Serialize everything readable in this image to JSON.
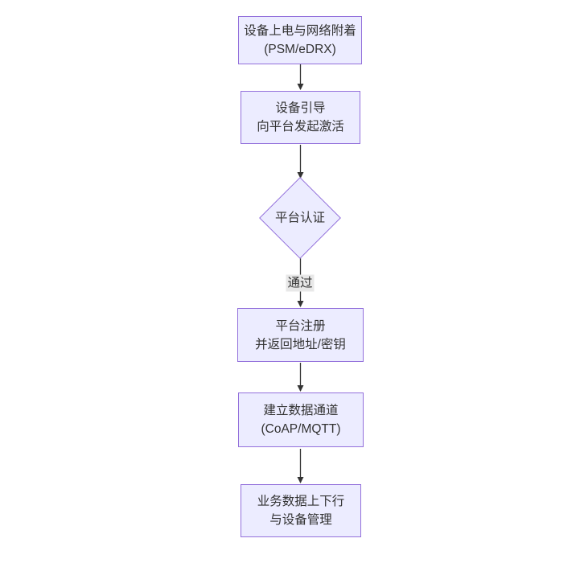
{
  "diagram": {
    "type": "flowchart-vertical",
    "colors": {
      "page_bg": "#ffffff",
      "node_fill": "#ECECFF",
      "node_border": "#9370DB",
      "text_color": "#333333",
      "arrow_color": "#333333",
      "edge_label_bg": "#e8e8e8"
    },
    "nodes": [
      {
        "id": "power_attach",
        "type": "rect",
        "line1": "设备上电与网络附着",
        "line2": "(PSM/eDRX)"
      },
      {
        "id": "bootstrap",
        "type": "rect",
        "line1": "设备引导",
        "line2": "向平台发起激活"
      },
      {
        "id": "auth",
        "type": "diamond",
        "line1": "平台认证",
        "line2": ""
      },
      {
        "id": "register",
        "type": "rect",
        "line1": "平台注册",
        "line2": "并返回地址/密钥"
      },
      {
        "id": "channel",
        "type": "rect",
        "line1": "建立数据通道",
        "line2": "(CoAP/MQTT)"
      },
      {
        "id": "business",
        "type": "rect",
        "line1": "业务数据上下行",
        "line2": "与设备管理"
      }
    ],
    "edges": [
      {
        "from": "power_attach",
        "to": "bootstrap",
        "label": ""
      },
      {
        "from": "bootstrap",
        "to": "auth",
        "label": ""
      },
      {
        "from": "auth",
        "to": "register",
        "label": "通过"
      },
      {
        "from": "register",
        "to": "channel",
        "label": ""
      },
      {
        "from": "channel",
        "to": "business",
        "label": ""
      }
    ]
  }
}
